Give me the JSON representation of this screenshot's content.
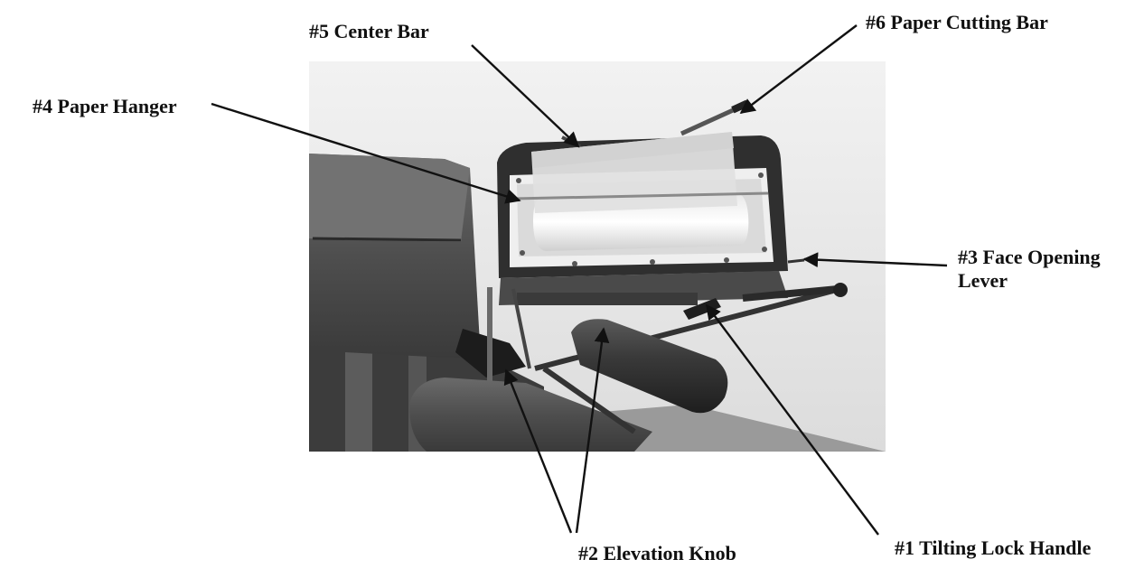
{
  "labels": {
    "center_bar": "#5 Center Bar",
    "paper_cutting_bar": "#6 Paper Cutting Bar",
    "paper_hanger": "#4 Paper Hanger",
    "face_opening_lever_line1": "#3 Face Opening",
    "face_opening_lever_line2": "Lever",
    "elevation_knob": "#2 Elevation Knob",
    "tilting_lock_handle": "#1 Tilting Lock Handle"
  },
  "colors": {
    "line": "#111111",
    "background": "#ffffff"
  }
}
